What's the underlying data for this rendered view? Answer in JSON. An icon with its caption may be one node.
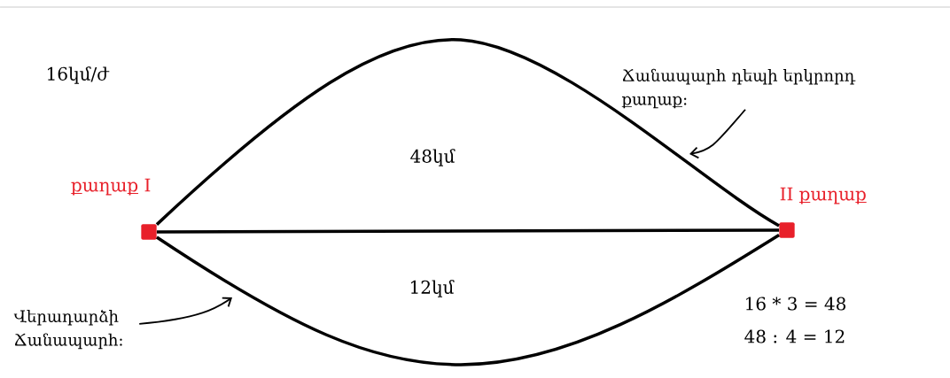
{
  "diagram": {
    "nodes": [
      {
        "text": [],
        "shape": "box",
        "beside": [
          "քաղաք I"
        ]
      },
      {
        "text": [],
        "shape": "box",
        "beside": [
          "II քաղաք"
        ]
      },
      {
        "text": [
          "Ճանապարհ դեպի երկրորդ քաղաք։"
        ]
      },
      {
        "text": [
          "Վերադարձի Ճանապարհ։"
        ]
      }
    ],
    "edges": [
      {
        "from": 0,
        "to": 1,
        "arrow": "none"
      },
      {
        "from": 0,
        "to": 1,
        "arrow": "none"
      },
      {
        "from": 0,
        "to": 1,
        "arrow": "none"
      },
      {
        "from": 2,
        "to": null,
        "arrow": "to"
      },
      {
        "from": 3,
        "to": null,
        "arrow": "to"
      }
    ],
    "labels": [
      "16կմ/ժ",
      "48կմ",
      "12կմ",
      "16 * 3 = 48",
      "48 : 4 = 12"
    ]
  }
}
